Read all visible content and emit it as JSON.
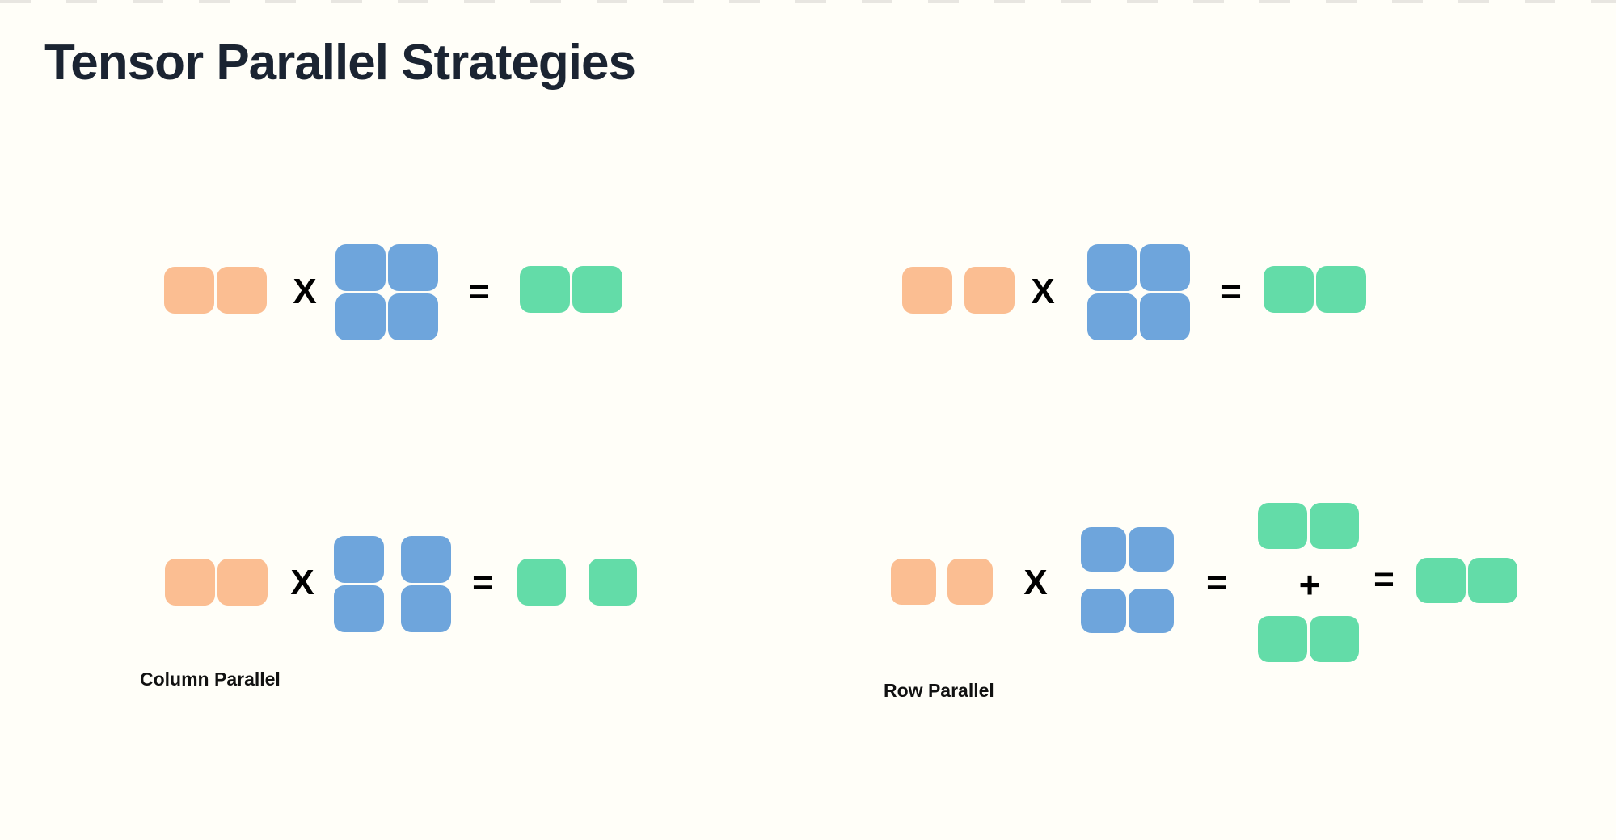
{
  "page": {
    "title": "Tensor Parallel Strategies"
  },
  "symbols": {
    "multiply": "X",
    "equals": "=",
    "plus": "+"
  },
  "labels": {
    "column_parallel": "Column Parallel",
    "row_parallel": "Row Parallel"
  },
  "colors": {
    "background": "#FFFEF8",
    "title_dark": "#1B2432",
    "label_black": "#111111",
    "operator_black": "#000000",
    "input_orange": "#FBBE92",
    "weight_blue": "#6EA5DC",
    "output_green": "#63DCA8",
    "top_dash_gray": "#E8E6E1"
  },
  "diagrams": {
    "top_left": {
      "structure": "input pair (joined) X weight 2x2 (joined) = output pair (joined)",
      "input_blocks": 2,
      "weight_blocks": 4,
      "output_blocks": 2
    },
    "top_right": {
      "structure": "input pair (split) X weight 2x2 (joined) = output pair (joined)",
      "input_blocks": 2,
      "weight_blocks": 4,
      "output_blocks": 2
    },
    "column_parallel": {
      "structure": "input pair (joined) X weight 2x2 (split by columns) = output pair (split)",
      "input_blocks": 2,
      "weight_blocks": 4,
      "output_blocks": 2
    },
    "row_parallel": {
      "structure": "input pair (split) X weight 2x2 (split by rows) = partial output pair + partial output pair = output pair (joined)",
      "input_blocks": 2,
      "weight_blocks": 4,
      "partial_output_blocks": 4,
      "output_blocks": 2
    }
  }
}
